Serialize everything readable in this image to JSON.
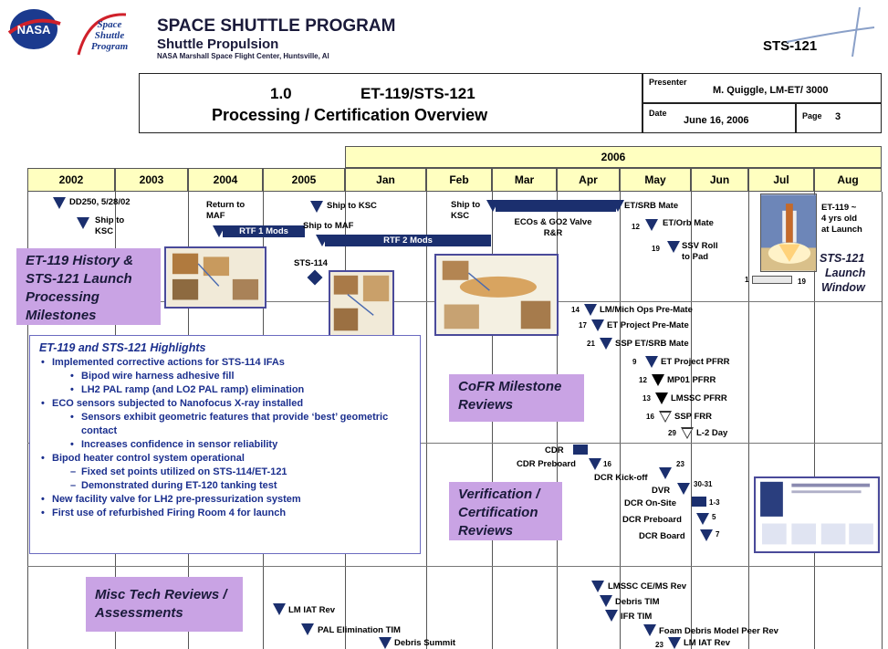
{
  "header": {
    "nasa_logo_text": "NASA",
    "ssp_logo_text": [
      "Space",
      "Shuttle",
      "Program"
    ],
    "program_title": "SPACE SHUTTLE PROGRAM",
    "program_subtitle": "Shuttle Propulsion",
    "center": "NASA Marshall Space Flight Center, Huntsville, Al",
    "mission": "STS-121"
  },
  "title_block": {
    "section": "1.0",
    "title": "ET-119/STS-121",
    "subtitle": "Processing / Certification Overview",
    "presenter_label": "Presenter",
    "presenter": "M. Quiggle, LM-ET/ 3000",
    "date_label": "Date",
    "date": "June 16, 2006",
    "page_label": "Page",
    "page": "3"
  },
  "timeline": {
    "year_group": "2006",
    "columns": [
      "2002",
      "2003",
      "2004",
      "2005",
      "Jan",
      "Feb",
      "Mar",
      "Apr",
      "May",
      "Jun",
      "Jul",
      "Aug"
    ]
  },
  "milestones": {
    "dd250": "DD250, 5/28/02",
    "ship_ksc_1": [
      "Ship to",
      "KSC"
    ],
    "return_maf": [
      "Return to",
      "MAF"
    ],
    "ship_ksc_2": "Ship to KSC",
    "ship_maf": "Ship to MAF",
    "rtf1": "RTF 1 Mods",
    "rtf2": "RTF 2 Mods",
    "sts114": "STS-114",
    "ship_ksc_3": [
      "Ship to",
      "KSC"
    ],
    "eco_go2": [
      "ECOs & GO2 Valve",
      "R&R"
    ],
    "et_srb_mate": "ET/SRB Mate",
    "et_orb_num": "12",
    "et_orb": "ET/Orb Mate",
    "ssv_num": "19",
    "ssv_roll": [
      "SSV Roll",
      "to Pad"
    ],
    "et119_age": [
      "ET-119 ~",
      "4 yrs old",
      "at Launch"
    ],
    "launch_window": [
      "STS-121",
      "Launch",
      "Window"
    ],
    "window_start": "1",
    "window_end": "19"
  },
  "section_labels": {
    "history": [
      "ET-119 History &",
      "STS-121 Launch",
      "Processing",
      "Milestones"
    ],
    "cofr": [
      "CoFR Milestone",
      "Reviews"
    ],
    "verification": [
      "Verification /",
      "Certification",
      "Reviews"
    ],
    "misc": [
      "Misc Tech Reviews /",
      "Assessments"
    ]
  },
  "cofr_events": [
    {
      "num": "14",
      "label": "LM/Mich Ops Pre-Mate"
    },
    {
      "num": "17",
      "label": "ET Project Pre-Mate"
    },
    {
      "num": "21",
      "label": "SSP ET/SRB Mate"
    },
    {
      "num": "9",
      "label": "ET Project PFRR"
    },
    {
      "num": "12",
      "label": "MP01 PFRR"
    },
    {
      "num": "13",
      "label": "LMSSC PFRR"
    },
    {
      "num": "16",
      "label": "SSP FRR"
    },
    {
      "num": "29",
      "label": "L-2 Day"
    }
  ],
  "verification_events": {
    "cdr": "CDR",
    "cdr_preboard": "CDR Preboard",
    "cdr_preboard_num": "16",
    "dcr_kickoff": "DCR Kick-off",
    "dcr_kickoff_num": "23",
    "dvr": "DVR",
    "dvr_num": "30-31",
    "dcr_onsite": "DCR On-Site",
    "dcr_onsite_num": "1-3",
    "dcr_preboard": "DCR Preboard",
    "dcr_preboard_num": "5",
    "dcr_board": "DCR Board",
    "dcr_board_num": "7"
  },
  "misc_events": {
    "lm_iat_1": "LM IAT Rev",
    "pal_tim": "PAL Elimination TIM",
    "debris_summit": "Debris Summit",
    "lmssc_ce": "LMSSC CE/MS Rev",
    "debris_tim": "Debris TIM",
    "ifr_tim": "IFR TIM",
    "foam_peer": "Foam Debris Model Peer Rev",
    "lm_iat_2_num": "23",
    "lm_iat_2": "LM IAT Rev"
  },
  "highlights": {
    "title": "ET-119 and STS-121 Highlights",
    "items": [
      {
        "level": 0,
        "text": "Implemented corrective actions for STS-114 IFAs"
      },
      {
        "level": 1,
        "style": "dot",
        "text": "Bipod wire harness adhesive fill"
      },
      {
        "level": 1,
        "style": "dot",
        "text": "LH2 PAL ramp (and LO2 PAL ramp) elimination"
      },
      {
        "level": 0,
        "text": "ECO sensors subjected to Nanofocus X-ray installed"
      },
      {
        "level": 1,
        "style": "dot",
        "text": "Sensors exhibit geometric features that provide ‘best’ geometric contact"
      },
      {
        "level": 1,
        "style": "dot",
        "text": "Increases confidence in sensor reliability"
      },
      {
        "level": 0,
        "text": "Bipod heater control system operational"
      },
      {
        "level": 1,
        "style": "dash",
        "text": "Fixed set points utilized on STS-114/ET-121"
      },
      {
        "level": 1,
        "style": "dash",
        "text": "Demonstrated during ET-120 tanking test"
      },
      {
        "level": 0,
        "text": "New facility valve for LH2 pre-pressurization system"
      },
      {
        "level": 0,
        "text": "First use of refurbished Firing Room 4 for launch"
      }
    ]
  },
  "colors": {
    "header_fill": "#ffffc0",
    "marker_blue": "#1b2f6e",
    "label_purple": "#c9a3e4",
    "highlight_text": "#1b2f8e"
  }
}
